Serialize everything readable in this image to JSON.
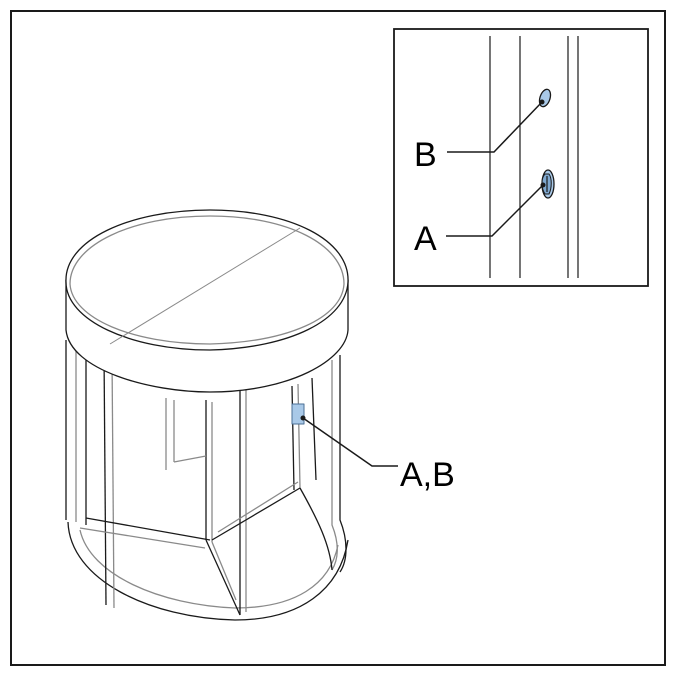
{
  "callouts": {
    "detail_a": "A",
    "detail_b": "B",
    "main": "A,B"
  },
  "colors": {
    "stroke": "#1a1a1a",
    "light_stroke": "#8a8a8a",
    "highlight_fill": "#a9c9e8",
    "highlight_stroke": "#4a6f96",
    "background": "#ffffff"
  },
  "icons": {
    "door": "revolving-door-icon",
    "lock_a": "lock-a-icon",
    "lock_b": "lock-b-icon"
  }
}
